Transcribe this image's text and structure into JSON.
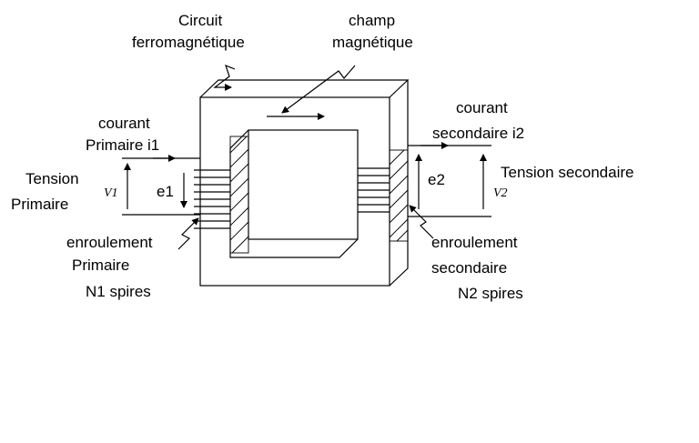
{
  "labels": {
    "circuit_line1": "Circuit",
    "circuit_line2": "ferromagnétique",
    "champ_line1": "champ",
    "champ_line2": "magnétique",
    "courant_primaire_line1": "courant",
    "courant_primaire_line2": "Primaire i1",
    "tension_primaire_line1": "Tension",
    "tension_primaire_line2": "Primaire",
    "v1": "V1",
    "e1": "e1",
    "enroulement_primaire_line1": "enroulement",
    "enroulement_primaire_line2": "Primaire",
    "enroulement_primaire_line3": "N1 spires",
    "courant_secondaire_line1": "courant",
    "courant_secondaire_line2": "secondaire i2",
    "e2": "e2",
    "tension_secondaire": "Tension secondaire",
    "v2": "V2",
    "enroulement_secondaire_line1": "enroulement",
    "enroulement_secondaire_line2": "secondaire",
    "enroulement_secondaire_line3": "N2 spires"
  }
}
